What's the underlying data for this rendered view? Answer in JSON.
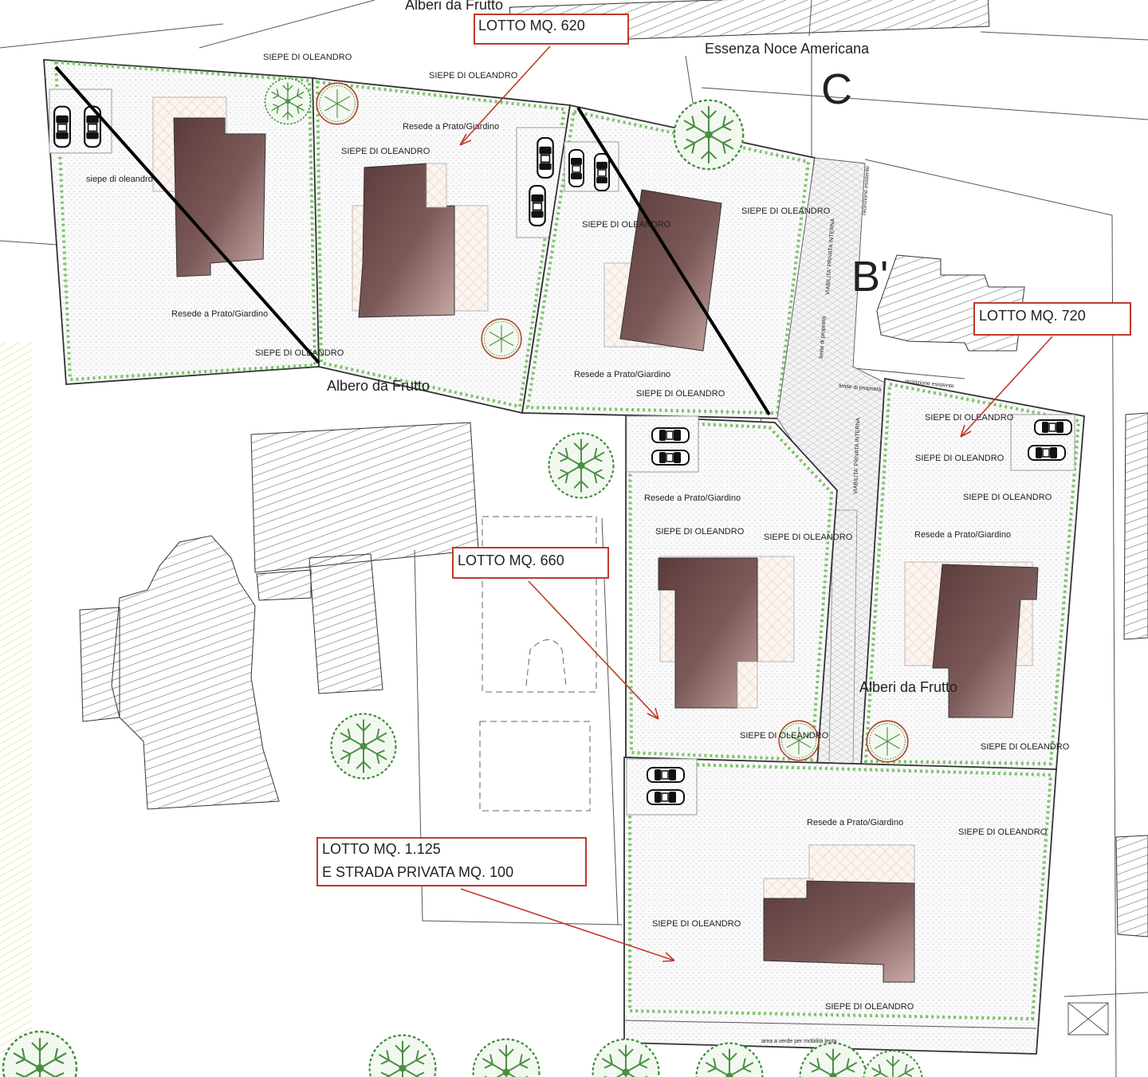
{
  "top_labels": {
    "fruit_trees_top": "Alberi da Frutto",
    "walnut": "Essenza Noce Americana",
    "section_c": "C",
    "section_b": "B'"
  },
  "callouts": {
    "lot_620": "LOTTO MQ. 620",
    "lot_720": "LOTTO MQ. 720",
    "lot_660": "LOTTO MQ. 660",
    "lot_1125_line1": "LOTTO MQ. 1.125",
    "lot_1125_line2": "E STRADA PRIVATA MQ. 100"
  },
  "plot_labels": {
    "hedge_upper": "SIEPE DI OLEANDRO",
    "hedge_lower": "siepe di oleandro",
    "lawn_garden": "Resede a Prato/Giardino",
    "fruit_tree": "Albero da Frutto",
    "fruit_trees": "Alberi da Frutto",
    "private_road": "VIABILITA' PRIVATA INTERNA",
    "property_line": "limite di proprietà",
    "existing_fence": "recinzione esistente",
    "green_strip": "area a verde per mobilità lenta"
  },
  "colors": {
    "callout_red": "#c0392b",
    "hedge_green": "#7cc46a",
    "tree_green": "#3f8f3a",
    "house_brown": "#6b4c4c",
    "fruit_tree_ring": "#b5472c"
  },
  "icons": [
    "car-icon",
    "tree-icon",
    "fruit-tree-icon"
  ]
}
